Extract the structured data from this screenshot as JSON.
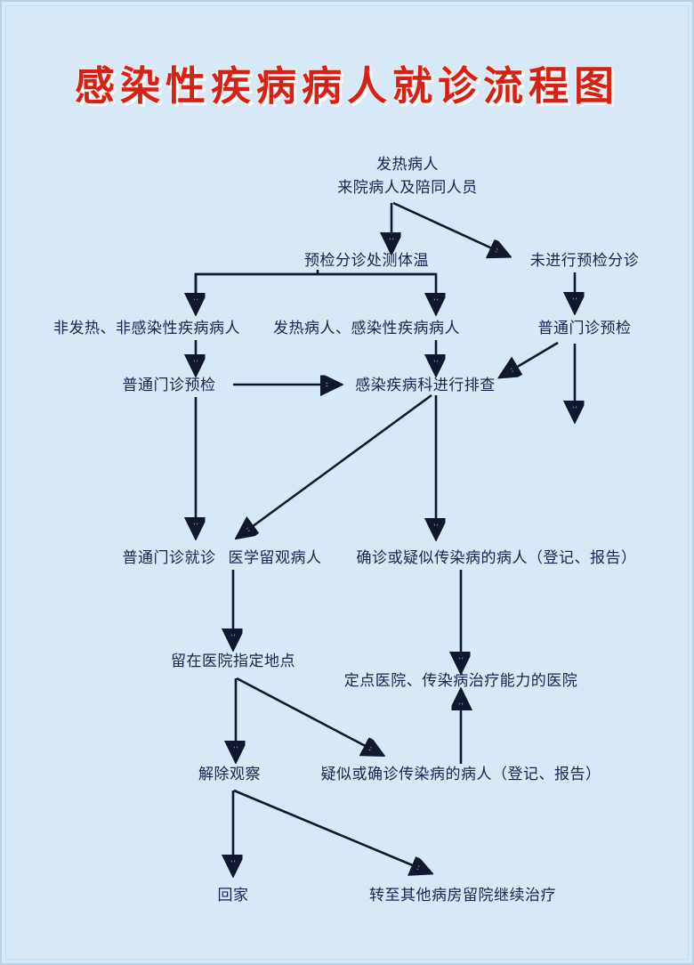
{
  "poster": {
    "title": "感染性疾病病人就诊流程图",
    "background_color": "#d7e8f6",
    "title_color": "#d62216",
    "node_text_color": "#1c2250",
    "arrow_color": "#10172e"
  },
  "nodes": {
    "start_line1": "发热病人",
    "start_line2": "来院病人及陪同人员",
    "triage_temp": "预检分诊处测体温",
    "no_triage": "未进行预检分诊",
    "non_fever_group": "非发热、非感染性疾病病人",
    "fever_group": "发热病人、感染性疾病病人",
    "general_clinic_triage_right": "普通门诊预检",
    "general_clinic_triage_left": "普通门诊预检",
    "infectious_dept_screen": "感染疾病科进行排查",
    "general_clinic_visit": "普通门诊就诊",
    "medical_observation": "医学留观病人",
    "confirmed_or_suspected": "确诊或疑似传染病的病人（登记、报告）",
    "stay_designated_place": "留在医院指定地点",
    "designated_hospital": "定点医院、传染病治疗能力的医院",
    "release_observation": "解除观察",
    "suspected_or_confirmed": "疑似或确诊传染病的病人（登记、报告）",
    "go_home": "回家",
    "transfer_ward": "转至其他病房留院继续治疗"
  },
  "flow_edges": [
    {
      "from": "start",
      "to": "triage_temp",
      "style": "straight-down"
    },
    {
      "from": "start",
      "to": "no_triage",
      "style": "diagonal-down-right"
    },
    {
      "from": "triage_temp",
      "to": "non_fever_group",
      "style": "split-left"
    },
    {
      "from": "triage_temp",
      "to": "fever_group",
      "style": "split-right"
    },
    {
      "from": "no_triage",
      "to": "general_clinic_triage_right",
      "style": "straight-down"
    },
    {
      "from": "non_fever_group",
      "to": "general_clinic_triage_left",
      "style": "straight-down"
    },
    {
      "from": "fever_group",
      "to": "infectious_dept_screen",
      "style": "straight-down"
    },
    {
      "from": "general_clinic_triage_left",
      "to": "infectious_dept_screen",
      "style": "straight-right"
    },
    {
      "from": "general_clinic_triage_right",
      "to": "infectious_dept_screen",
      "style": "diagonal-down-left"
    },
    {
      "from": "general_clinic_triage_right",
      "to": "dangling",
      "style": "straight-down"
    },
    {
      "from": "general_clinic_triage_left",
      "to": "general_clinic_visit",
      "style": "straight-down"
    },
    {
      "from": "infectious_dept_screen",
      "to": "medical_observation",
      "style": "diagonal-down-left"
    },
    {
      "from": "infectious_dept_screen",
      "to": "confirmed_or_suspected",
      "style": "straight-down"
    },
    {
      "from": "medical_observation",
      "to": "stay_designated_place",
      "style": "straight-down"
    },
    {
      "from": "confirmed_or_suspected",
      "to": "designated_hospital",
      "style": "straight-down"
    },
    {
      "from": "stay_designated_place",
      "to": "release_observation",
      "style": "straight-down"
    },
    {
      "from": "stay_designated_place",
      "to": "suspected_or_confirmed",
      "style": "diagonal-down-right"
    },
    {
      "from": "suspected_or_confirmed",
      "to": "designated_hospital",
      "style": "straight-up"
    },
    {
      "from": "release_observation",
      "to": "go_home",
      "style": "straight-down"
    },
    {
      "from": "release_observation",
      "to": "transfer_ward",
      "style": "diagonal-down-right"
    }
  ]
}
